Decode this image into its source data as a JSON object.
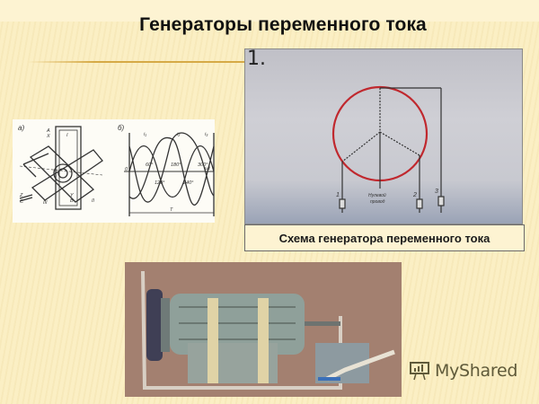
{
  "slide": {
    "title": "Генераторы переменного тока",
    "background_color": "#fbefc4",
    "accent_rule_color": "#d6aa46"
  },
  "schematic": {
    "number_label": "1.",
    "caption": "Схема генератора переменного тока",
    "circle_color": "#c0282e",
    "terminals": [
      "1",
      "2",
      "3"
    ],
    "center_annotation": "(handwritten note, illegible)"
  },
  "diagram": {
    "panel_a_label": "а)",
    "panel_b_label": "б)",
    "panel_a_labels": [
      "A",
      "X",
      "Y",
      "B",
      "Z",
      "C",
      "I",
      "II",
      "III"
    ],
    "waveform": {
      "curve_labels": [
        "i1",
        "i2",
        "i3"
      ],
      "angle_labels_top": [
        "60°",
        "180°",
        "300°"
      ],
      "angle_labels_bottom": [
        "120°",
        "240°"
      ],
      "origin_label": "0",
      "axis_label": "ωt",
      "period_label": "T"
    }
  },
  "photo": {
    "description": "Photo of generator model"
  },
  "watermark": {
    "icon": "presentation-chart-icon",
    "text": "MyShared"
  }
}
